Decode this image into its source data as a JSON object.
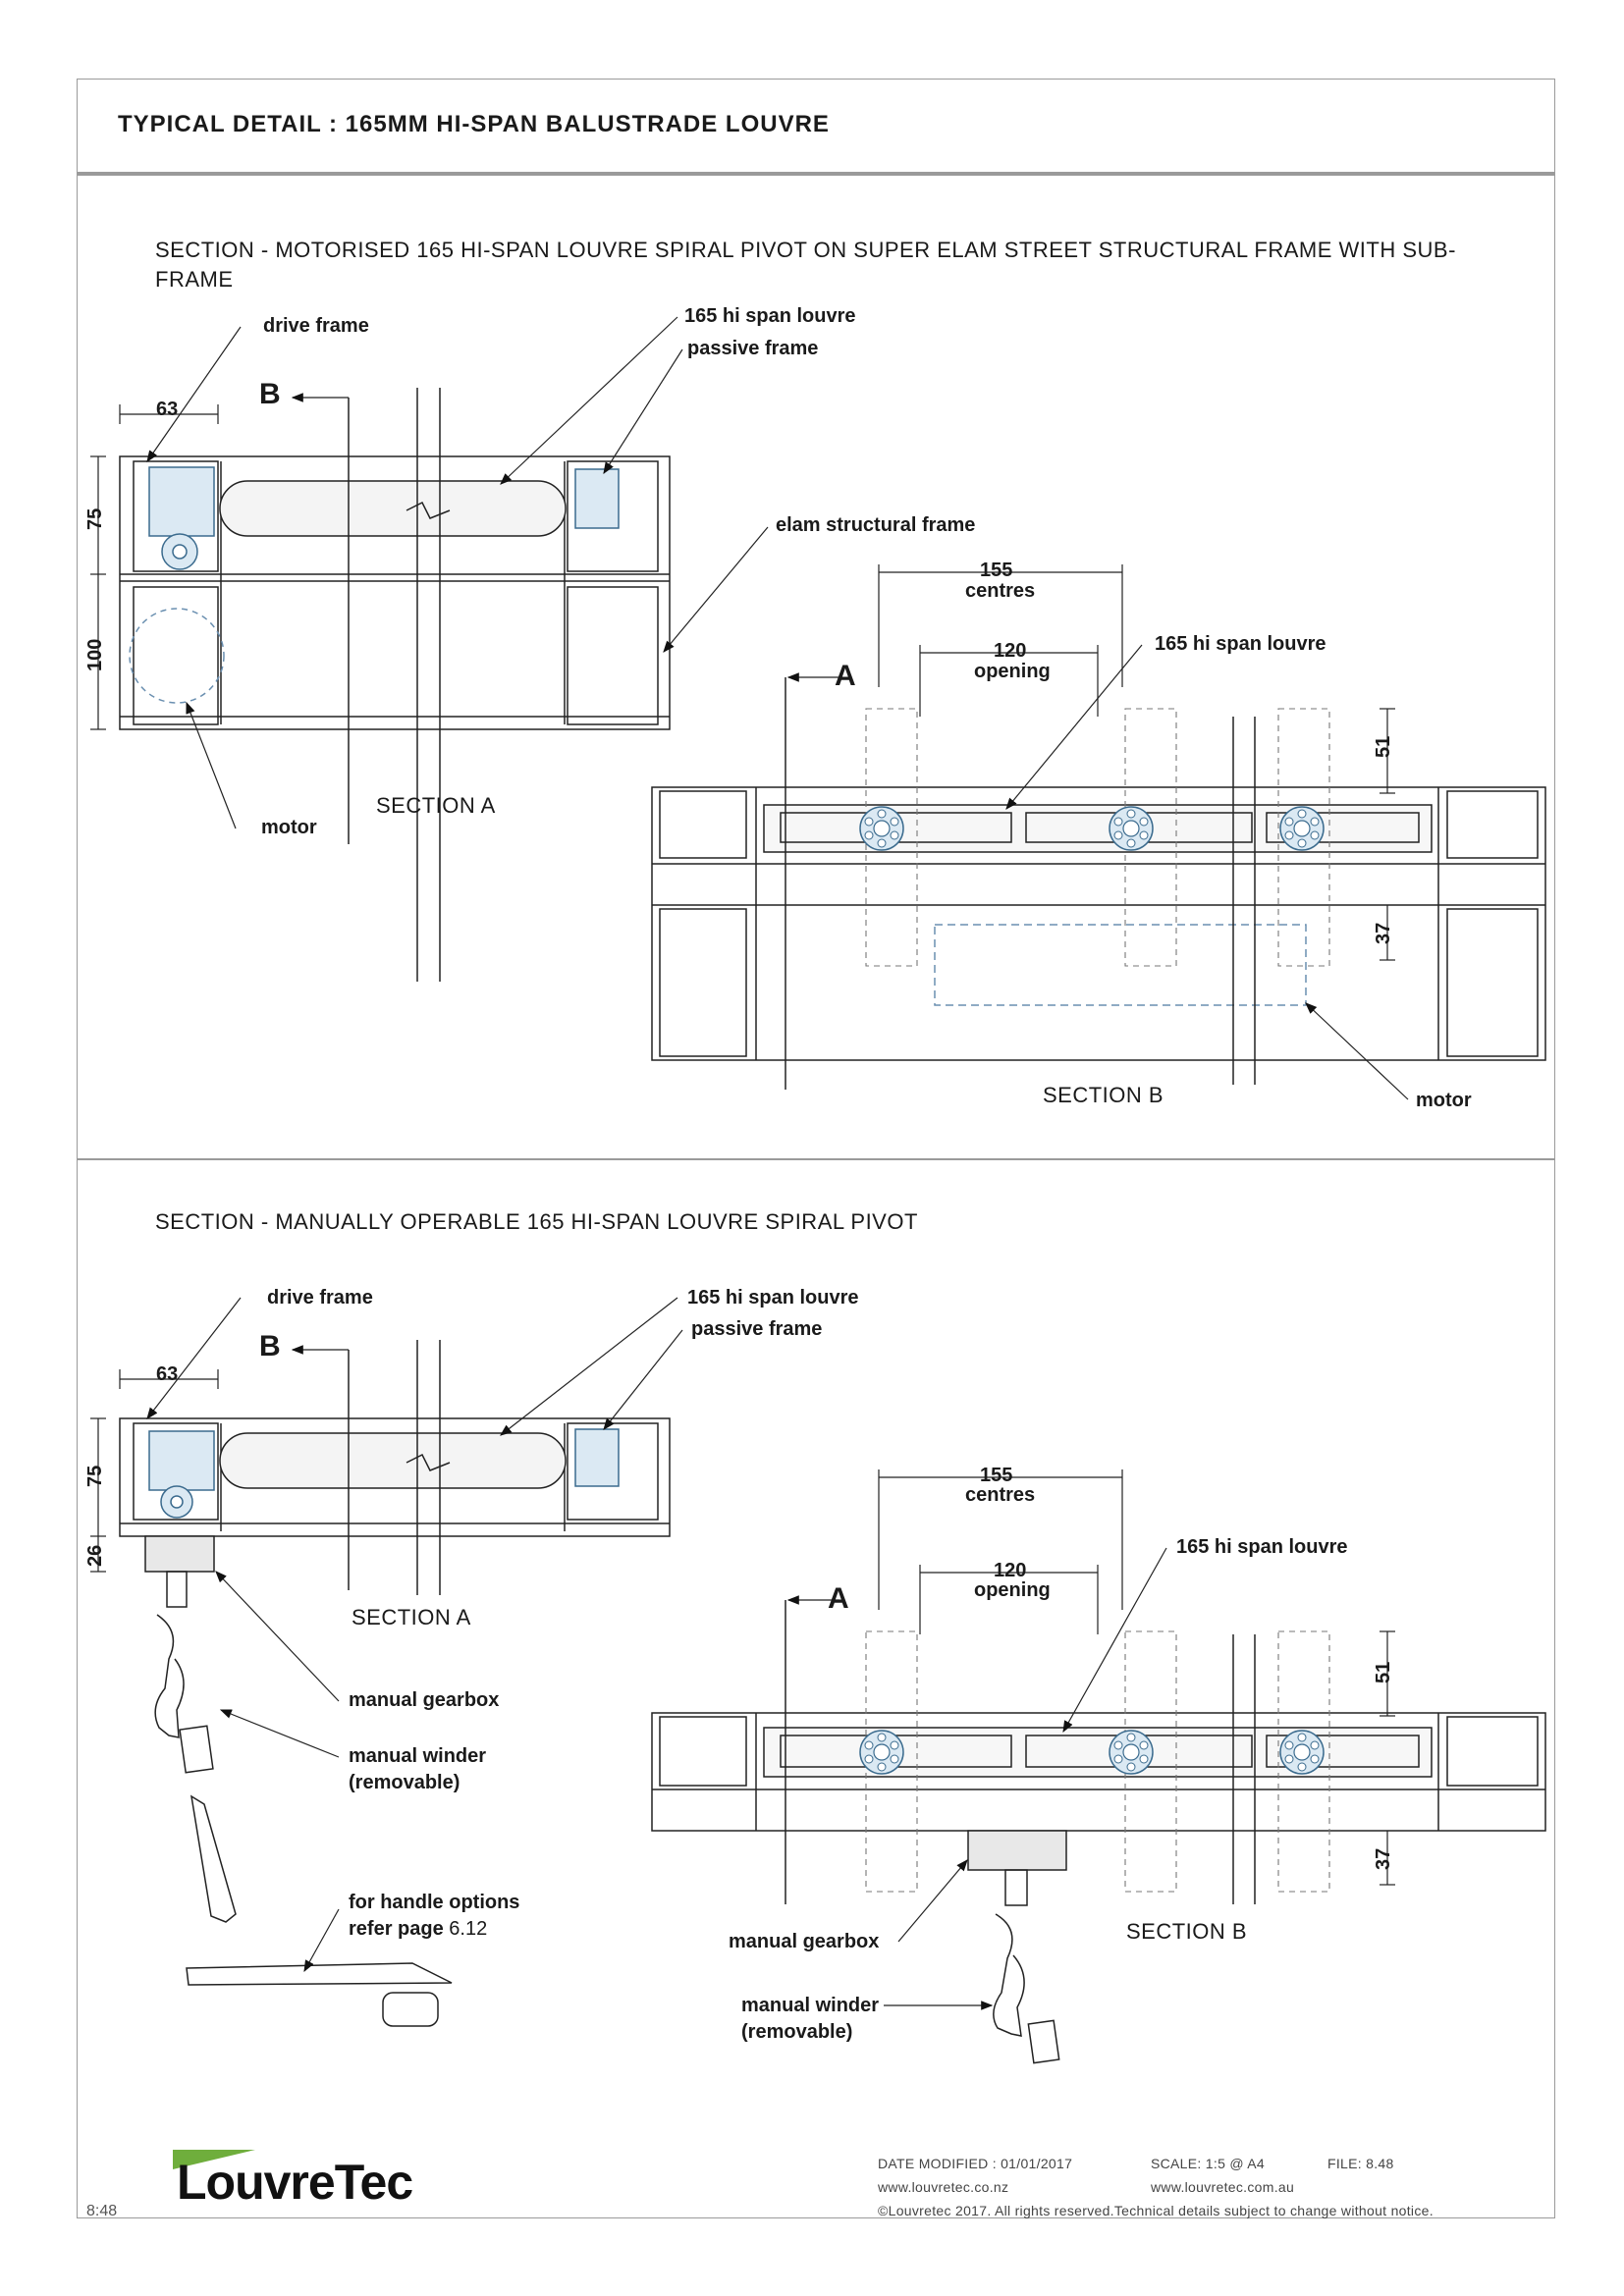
{
  "header": {
    "title": "TYPICAL DETAIL : 165MM HI-SPAN BALUSTRADE LOUVRE"
  },
  "section1": {
    "heading": "SECTION - MOTORISED 165 HI-SPAN LOUVRE SPIRAL PIVOT ON SUPER ELAM STREET STRUCTURAL FRAME WITH SUB-FRAME",
    "labels": {
      "drive_frame": "drive frame",
      "hi_span_louvre": "165 hi span louvre",
      "passive_frame": "passive frame",
      "elam_frame": "elam structural frame",
      "motor_a": "motor",
      "motor_b": "motor",
      "louvre_b": "165 hi span louvre"
    },
    "markers": {
      "b": "B",
      "a": "A"
    },
    "dims": {
      "w63": "63",
      "h75": "75",
      "h100": "100",
      "centres_val": "155",
      "centres": "centres",
      "opening_val": "120",
      "opening": "opening",
      "d51": "51",
      "d37": "37"
    },
    "captions": {
      "section_a": "SECTION A",
      "section_b": "SECTION B"
    }
  },
  "section2": {
    "heading": "SECTION - MANUALLY OPERABLE 165 HI-SPAN LOUVRE SPIRAL PIVOT",
    "labels": {
      "drive_frame": "drive frame",
      "hi_span_louvre": "165 hi span louvre",
      "passive_frame": "passive frame",
      "manual_gearbox_a": "manual gearbox",
      "manual_winder_a": "manual winder",
      "removable_a": "(removable)",
      "handle_options": "for handle options",
      "refer_page": "refer page",
      "refer_page_num": "6.12",
      "louvre_b": "165 hi span louvre",
      "manual_gearbox_b": "manual gearbox",
      "manual_winder_b": "manual winder",
      "removable_b": "(removable)"
    },
    "markers": {
      "b": "B",
      "a": "A"
    },
    "dims": {
      "w63": "63",
      "h75": "75",
      "h26": "26",
      "centres_val": "155",
      "centres": "centres",
      "opening_val": "120",
      "opening": "opening",
      "d51": "51",
      "d37": "37"
    },
    "captions": {
      "section_a": "SECTION A",
      "section_b": "SECTION B"
    }
  },
  "footer": {
    "date_modified": "DATE MODIFIED : 01/01/2017",
    "scale": "SCALE: 1:5 @ A4",
    "file": "FILE: 8.48",
    "web_nz": "www.louvretec.co.nz",
    "web_au": "www.louvretec.com.au",
    "copyright": "©Louvretec 2017. All rights reserved.Technical details subject to change without notice.",
    "page_number": "8:48",
    "logo_text": "LouvreTec",
    "brand_color": "#6fae3c"
  }
}
